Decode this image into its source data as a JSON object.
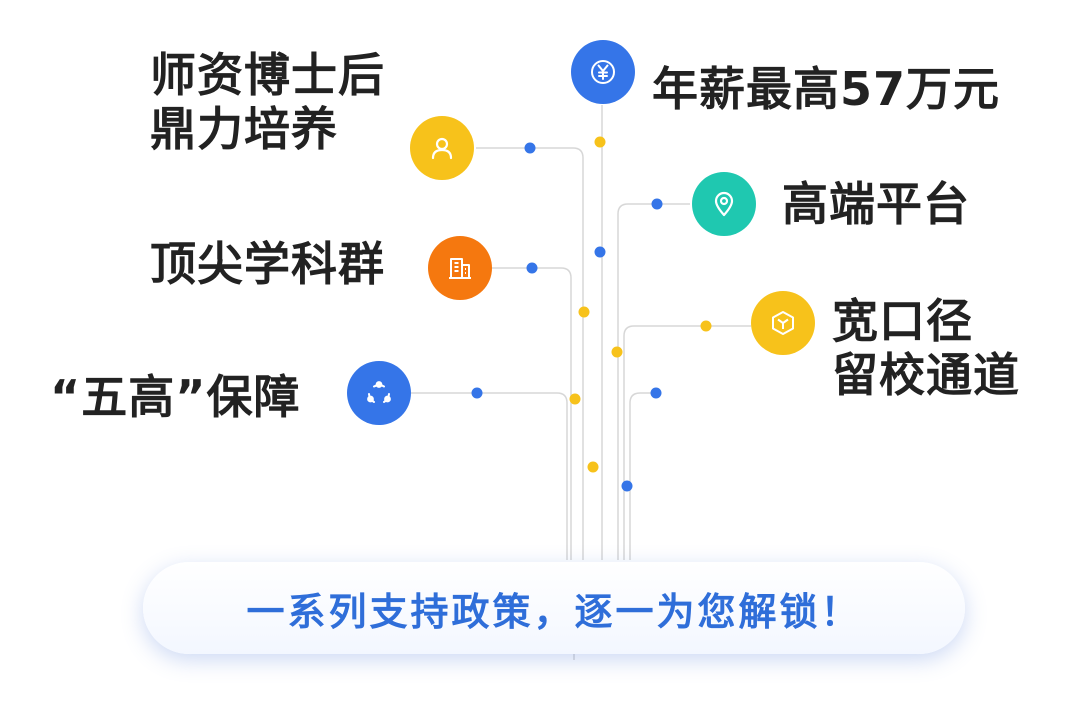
{
  "nodes": [
    {
      "id": "shizi",
      "lines": [
        "师资博士后",
        "鼎力培养"
      ],
      "icon": "person-icon",
      "color": "#f7c21b"
    },
    {
      "id": "nianxin",
      "lines": [
        "年薪最高57万元"
      ],
      "icon": "yuan-icon",
      "color": "#3575e8"
    },
    {
      "id": "gaoduan",
      "lines": [
        "高端平台"
      ],
      "icon": "location-pin-icon",
      "color": "#1fc8b0"
    },
    {
      "id": "dingjian",
      "lines": [
        "顶尖学科群"
      ],
      "icon": "building-icon",
      "color": "#f5780f"
    },
    {
      "id": "kuankou",
      "lines": [
        "宽口径",
        "留校通道"
      ],
      "icon": "cube-icon",
      "color": "#f7c21b"
    },
    {
      "id": "wugao",
      "lines": [
        "“五高”保障"
      ],
      "icon": "share-nodes-icon",
      "color": "#3575e8"
    }
  ],
  "banner": {
    "text": "一系列支持政策，逐一为您解锁！"
  },
  "colors": {
    "line": "#d7d7d7",
    "dot_blue": "#3575e8",
    "dot_yellow": "#f7c21b",
    "text": "#222222",
    "banner_text": "#2f6ed9"
  }
}
